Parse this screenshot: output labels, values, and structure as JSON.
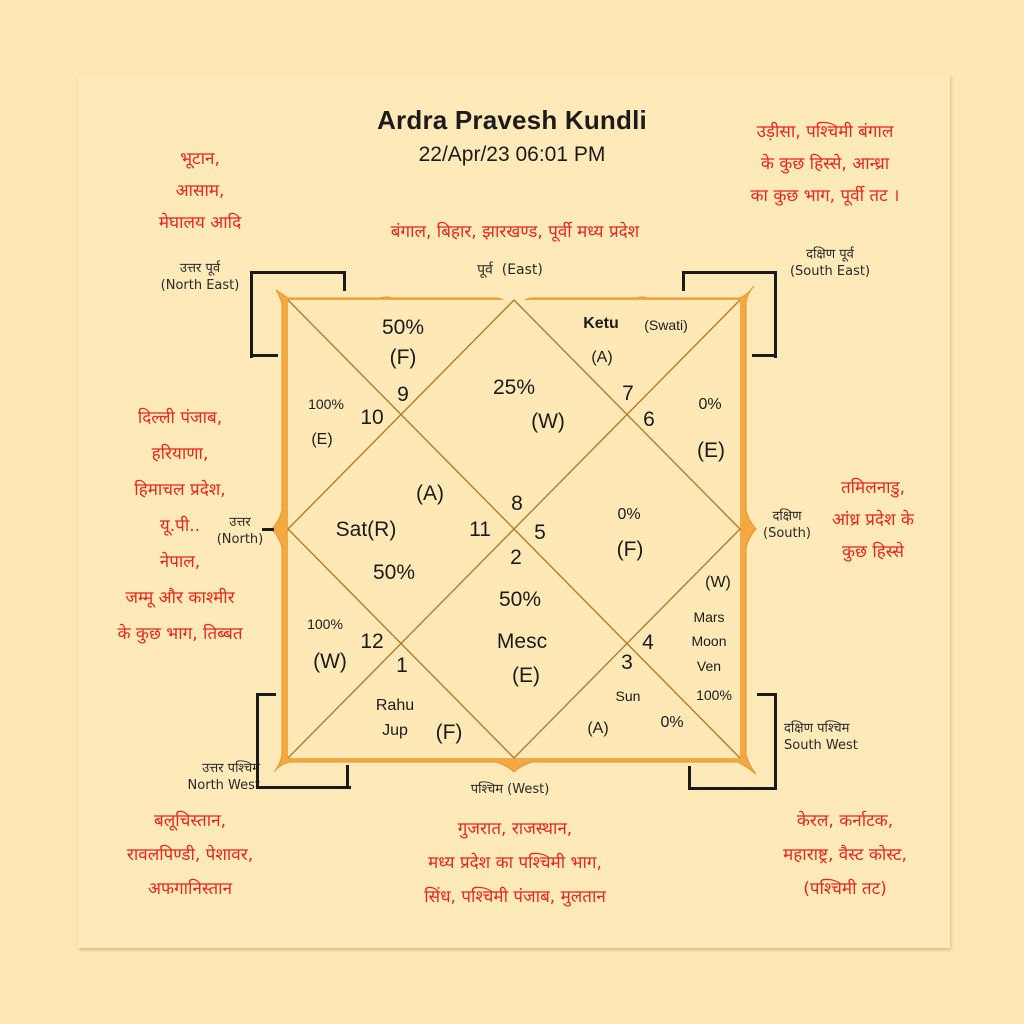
{
  "header": {
    "title": "Ardra Pravesh Kundli",
    "datetime": "22/Apr/23  06:01 PM"
  },
  "colors": {
    "background": "#fde7b3",
    "card": "#fee9b8",
    "frame": "#f0a036",
    "lines": "#b87a2a",
    "region_text": "#e8251d",
    "text": "#1b1b1b"
  },
  "directions": {
    "east": {
      "hi": "पूर्व",
      "en": "(East)"
    },
    "west": {
      "hi": "पश्चिम",
      "en": "(West)"
    },
    "north": {
      "hi": "उत्तर",
      "en": "(North)"
    },
    "south": {
      "hi": "दक्षिण",
      "en": "(South)"
    },
    "north_east": {
      "hi": "उत्तर पूर्व",
      "en": "(North East)"
    },
    "south_east": {
      "hi": "दक्षिण पूर्व",
      "en": "(South East)"
    },
    "north_west": {
      "hi": "उत्तर पश्चिम",
      "en": "North West"
    },
    "south_west": {
      "hi": "दक्षिण पश्चिम",
      "en": "South West"
    }
  },
  "regions": {
    "north_east": [
      "भूटान,",
      "आसाम,",
      "मेघालय आदि"
    ],
    "east": [
      "बंगाल, बिहार, झारखण्ड, पूर्वी मध्य प्रदेश"
    ],
    "south_east": [
      "उड़ीसा, पश्चिमी बंगाल",
      "के कुछ हिस्से, आन्ध्रा",
      "का कुछ भाग, पूर्वी तट ।"
    ],
    "north": [
      "दिल्ली पंजाब,",
      "हरियाणा,",
      "हिमाचल प्रदेश,",
      "यू.पी..",
      "नेपाल,",
      "जम्मू और काश्मीर",
      "के कुछ भाग, तिब्बत"
    ],
    "south": [
      "तमिलनाडु,",
      "आंध्र प्रदेश के",
      "कुछ हिस्से"
    ],
    "north_west": [
      "बलूचिस्तान,",
      "रावलपिण्डी, पेशावर,",
      "अफगानिस्तान"
    ],
    "west": [
      "गुजरात, राजस्थान,",
      "मध्य प्रदेश का पश्चिमी भाग,",
      "सिंध, पश्चिमी पंजाब, मुलतान"
    ],
    "south_west": [
      "केरल, कर्नाटक,",
      "महाराष्ट्र, वैस्ट कोस्ट,",
      "(पश्चिमी तट)"
    ]
  },
  "chart_data": {
    "type": "table",
    "title": "Ardra Pravesh Kundli",
    "subtitle": "22/Apr/23  06:01 PM",
    "chart_style": "North Indian diamond kundli",
    "houses": [
      {
        "house": 1,
        "sign": 8,
        "planets": [
          "Mesc"
        ],
        "percent": "50%",
        "element": "(E)"
      },
      {
        "house": 2,
        "sign": 9,
        "planets": [],
        "percent": "50%",
        "element": "(F)"
      },
      {
        "house": 3,
        "sign": 10,
        "planets": [],
        "percent": "100%",
        "element": "(E)"
      },
      {
        "house": 4,
        "sign": 11,
        "planets": [
          "Sat(R)"
        ],
        "percent": "50%",
        "element": "(A)"
      },
      {
        "house": 5,
        "sign": 12,
        "planets": [],
        "percent": "100%",
        "element": "(W)"
      },
      {
        "house": 6,
        "sign": 1,
        "planets": [
          "Rahu",
          "Jup"
        ],
        "percent": "",
        "element": "(F)"
      },
      {
        "house": 7,
        "sign": 2,
        "planets": [
          "Mesc"
        ],
        "percent": "50%",
        "element": "(E)"
      },
      {
        "house": 8,
        "sign": 3,
        "planets": [
          "Sun"
        ],
        "percent": "0%",
        "element": "(A)"
      },
      {
        "house": 9,
        "sign": 4,
        "planets": [
          "Mars",
          "Moon",
          "Ven"
        ],
        "percent": "100%",
        "element": "(W)"
      },
      {
        "house": 10,
        "sign": 5,
        "planets": [],
        "percent": "0%",
        "element": "(F)"
      },
      {
        "house": 11,
        "sign": 6,
        "planets": [],
        "percent": "0%",
        "element": "(E)"
      },
      {
        "house": 12,
        "sign": 7,
        "planets": [
          "Ketu (Swati)"
        ],
        "percent": "",
        "element": "(A)"
      }
    ]
  },
  "chart": {
    "top_center": {
      "percent": "25%",
      "element": "(W)"
    },
    "top_left": {
      "percent": "50%",
      "element": "(F)"
    },
    "left_top": {
      "percent": "100%",
      "element": "(E)"
    },
    "left_center": {
      "planet": "Sat(R)",
      "percent": "50%",
      "element": "(A)"
    },
    "left_bottom": {
      "percent": "100%",
      "element": "(W)"
    },
    "bottom_left": {
      "planet1": "Rahu",
      "planet2": "Jup",
      "element": "(F)"
    },
    "bottom_center": {
      "percent": "50%",
      "planet": "Mesc",
      "element": "(E)"
    },
    "bottom_right": {
      "planet": "Sun",
      "percent": "0%",
      "element": "(A)"
    },
    "right_bottom": {
      "element": "(W)",
      "planet1": "Mars",
      "planet2": "Moon",
      "planet3": "Ven",
      "percent": "100%"
    },
    "right_center": {
      "percent": "0%",
      "element": "(F)"
    },
    "right_top": {
      "percent": "0%",
      "element": "(E)"
    },
    "top_right": {
      "planet": "Ketu",
      "nakshatra": "(Swati)",
      "element": "(A)"
    },
    "signs": {
      "s9": "9",
      "s10": "10",
      "s7": "7",
      "s6": "6",
      "s8": "8",
      "s11": "11",
      "s5": "5",
      "s2": "2",
      "s12": "12",
      "s1": "1",
      "s3": "3",
      "s4": "4"
    }
  }
}
